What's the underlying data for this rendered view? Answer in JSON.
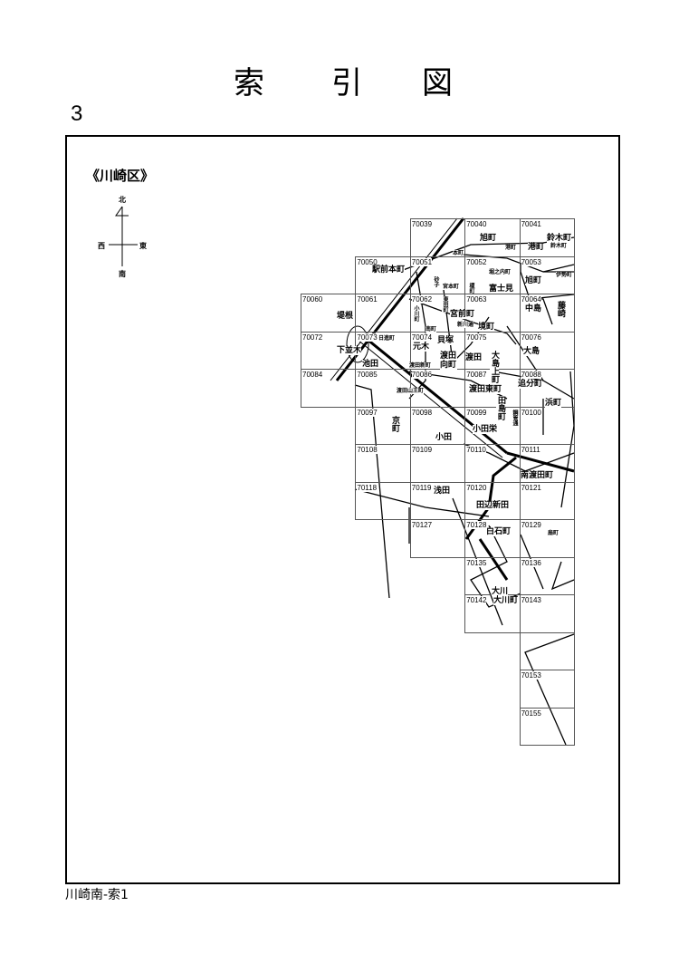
{
  "title_chars": [
    "索",
    "引",
    "図"
  ],
  "page_number": "3",
  "ward_label": "《川崎区》",
  "compass": {
    "north": "北",
    "south": "南",
    "east": "東",
    "west": "西"
  },
  "footer": "川崎南-索1",
  "sheets": [
    "70039",
    "70040",
    "70041",
    "70050",
    "70051",
    "70052",
    "70053",
    "70060",
    "70061",
    "70062",
    "70063",
    "70064",
    "70072",
    "70073",
    "70074",
    "70075",
    "70076",
    "70084",
    "70085",
    "70086",
    "70087",
    "70088",
    "70097",
    "70098",
    "70099",
    "70100",
    "70108",
    "70109",
    "70110",
    "70111",
    "70118",
    "70119",
    "70120",
    "70121",
    "70127",
    "70128",
    "70129",
    "70135",
    "70136",
    "70142",
    "70143",
    "",
    "70153",
    "70155"
  ],
  "places": [
    "旭町",
    "港町",
    "港町",
    "鈴木町",
    "鈴木町",
    "本町",
    "駅前本町",
    "堀之内町",
    "旭町",
    "伊勢町",
    "宮本町",
    "富士見",
    "砂子",
    "榎町",
    "堤根",
    "東田町",
    "宮前町",
    "小川町",
    "中島",
    "藤崎",
    "新川通",
    "境町",
    "南町",
    "日進町",
    "下並木",
    "元木",
    "貝塚",
    "渡田新町",
    "渡田向町",
    "渡田",
    "大島上町",
    "大島",
    "池田",
    "渡田山王町",
    "渡田東町",
    "田島町",
    "追分町",
    "浜町",
    "京町",
    "小田栄",
    "鋼管通",
    "小田",
    "南渡田町",
    "浅田",
    "田辺新田",
    "白石町",
    "扇町",
    "大川",
    "大川町"
  ]
}
